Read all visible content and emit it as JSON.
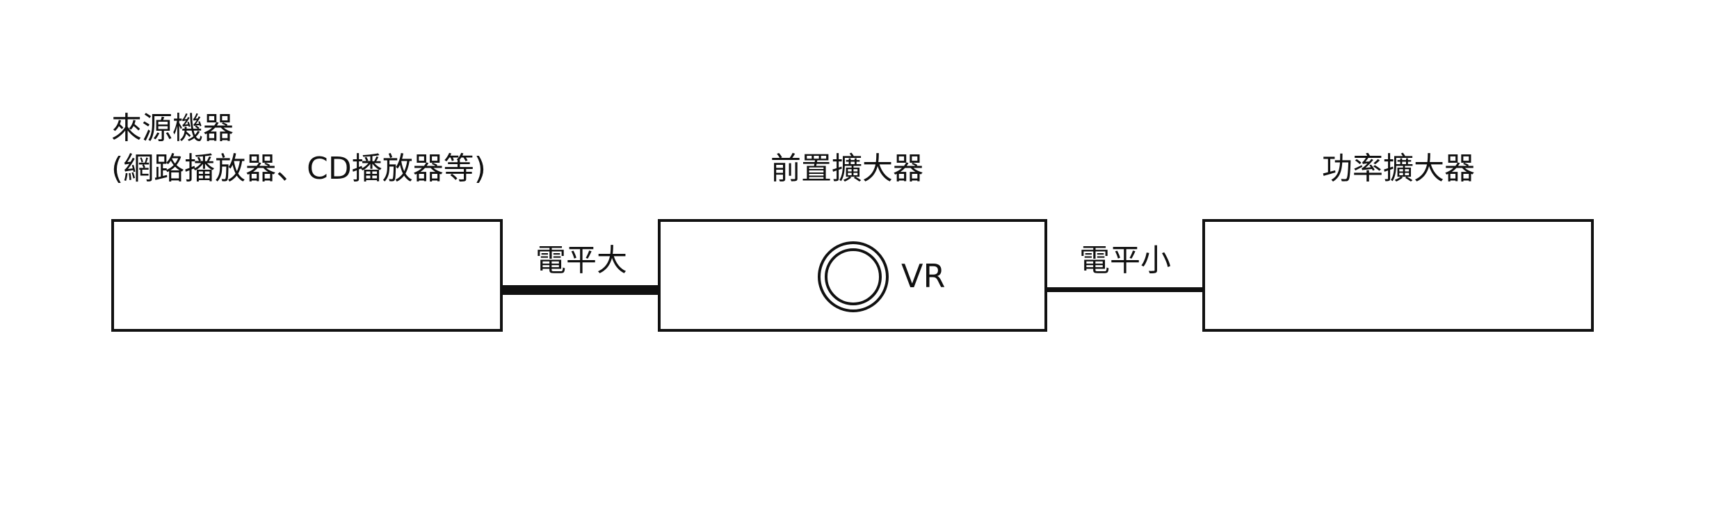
{
  "source": {
    "title_line1": "來源機器",
    "title_line2": "(網路播放器、CD播放器等)"
  },
  "preamp": {
    "title": "前置擴大器",
    "control_label": "VR"
  },
  "poweramp": {
    "title": "功率擴大器"
  },
  "links": {
    "source_to_preamp": "電平大",
    "preamp_to_poweramp": "電平小"
  },
  "colors": {
    "line": "#111111",
    "background": "#ffffff"
  }
}
